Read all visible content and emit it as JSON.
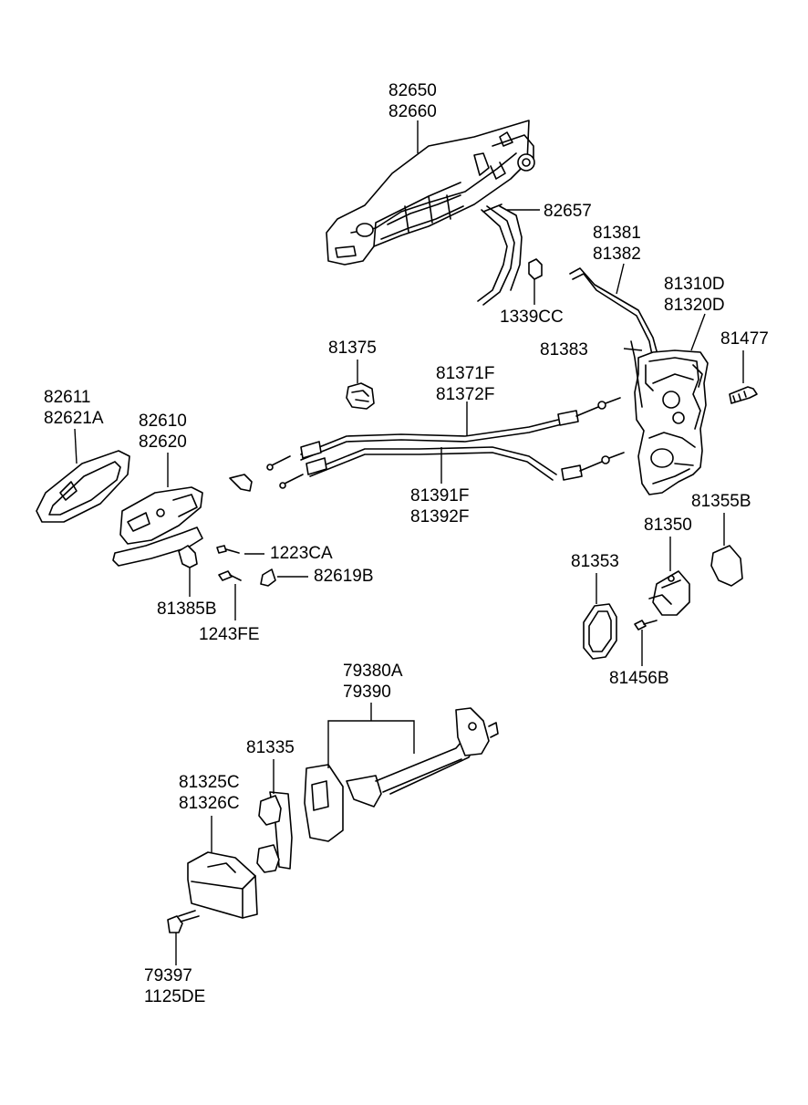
{
  "labels": {
    "l82650": [
      "82650",
      "82660"
    ],
    "l82657": [
      "82657"
    ],
    "l81381": [
      "81381",
      "81382"
    ],
    "l1339": [
      "1339CC"
    ],
    "l81310": [
      "81310D",
      "81320D"
    ],
    "l81375": [
      "81375"
    ],
    "l81477": [
      "81477"
    ],
    "l81383": [
      "81383"
    ],
    "l81371": [
      "81371F",
      "81372F"
    ],
    "l82611": [
      "82611",
      "82621A"
    ],
    "l82610": [
      "82610",
      "82620"
    ],
    "l81391": [
      "81391F",
      "81392F"
    ],
    "l81355": [
      "81355B"
    ],
    "l81350": [
      "81350"
    ],
    "l1223": [
      "1223CA"
    ],
    "l81353": [
      "81353"
    ],
    "l82619": [
      "82619B"
    ],
    "l81385": [
      "81385B"
    ],
    "l1243": [
      "1243FE"
    ],
    "l81456": [
      "81456B"
    ],
    "l79380": [
      "79380A",
      "79390"
    ],
    "l81335": [
      "81335"
    ],
    "l81325": [
      "81325C",
      "81326C"
    ],
    "l79397": [
      "79397",
      "1125DE"
    ]
  }
}
